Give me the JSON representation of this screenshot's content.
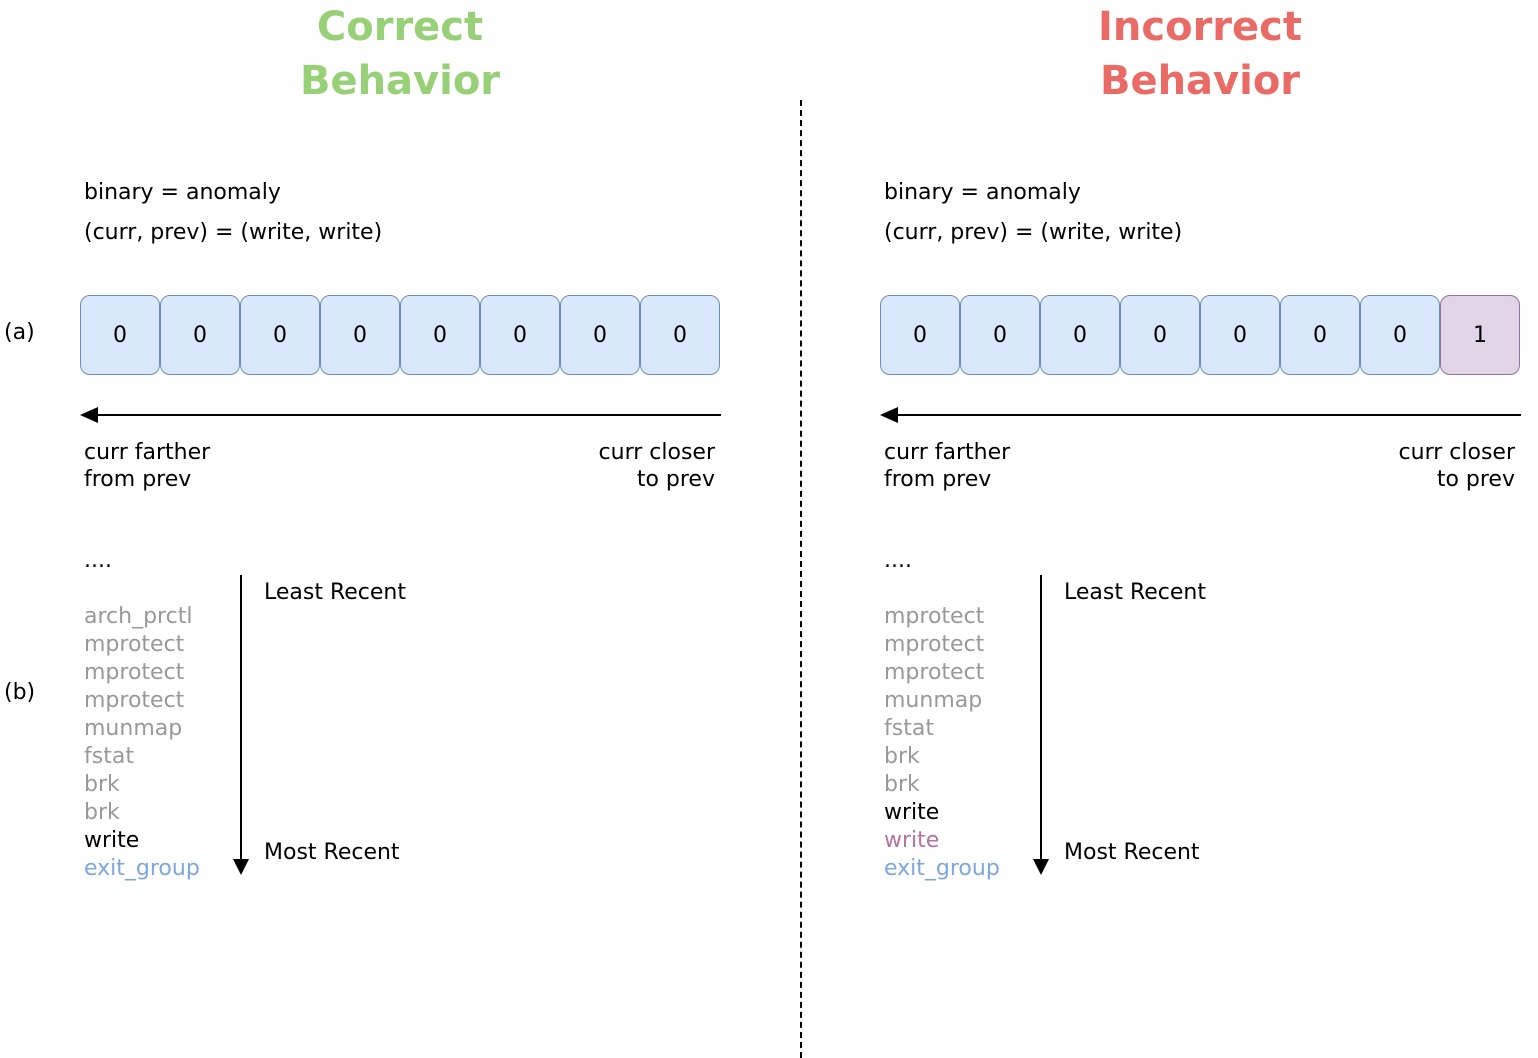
{
  "labels": {
    "a": "(a)",
    "b": "(b)"
  },
  "colors": {
    "correct": "#97d077",
    "incorrect": "#ea6b66",
    "cell_fill": "#dae8fc",
    "cell_border": "#6c8ebf",
    "anomaly_fill": "#e1d5e7",
    "anomaly_border": "#9673a6",
    "old_syscall": "#999999",
    "prev_syscall": "#b5739d",
    "last_syscall": "#7ea6e0"
  },
  "left": {
    "title_line1": "Correct",
    "title_line2": "Behavior",
    "binary": "binary = anomaly",
    "pair": "(curr, prev) = (write, write)",
    "cells": [
      "0",
      "0",
      "0",
      "0",
      "0",
      "0",
      "0",
      "0"
    ],
    "far_line1": "curr farther",
    "far_line2": "from prev",
    "close_line1": "curr closer",
    "close_line2": "to prev",
    "ellipsis": "....",
    "least_recent": "Least Recent",
    "most_recent": "Most Recent",
    "syscalls": [
      {
        "name": "arch_prctl",
        "kind": "old"
      },
      {
        "name": "mprotect",
        "kind": "old"
      },
      {
        "name": "mprotect",
        "kind": "old"
      },
      {
        "name": "mprotect",
        "kind": "old"
      },
      {
        "name": "munmap",
        "kind": "old"
      },
      {
        "name": "fstat",
        "kind": "old"
      },
      {
        "name": "brk",
        "kind": "old"
      },
      {
        "name": "brk",
        "kind": "old"
      },
      {
        "name": "write",
        "kind": "cur"
      },
      {
        "name": "exit_group",
        "kind": "last"
      }
    ]
  },
  "right": {
    "title_line1": "Incorrect",
    "title_line2": "Behavior",
    "binary": "binary = anomaly",
    "pair": "(curr, prev) = (write, write)",
    "cells": [
      "0",
      "0",
      "0",
      "0",
      "0",
      "0",
      "0",
      "1"
    ],
    "far_line1": "curr farther",
    "far_line2": "from prev",
    "close_line1": "curr closer",
    "close_line2": "to prev",
    "ellipsis": "....",
    "least_recent": "Least Recent",
    "most_recent": "Most Recent",
    "syscalls": [
      {
        "name": "mprotect",
        "kind": "old"
      },
      {
        "name": "mprotect",
        "kind": "old"
      },
      {
        "name": "mprotect",
        "kind": "old"
      },
      {
        "name": "munmap",
        "kind": "old"
      },
      {
        "name": "fstat",
        "kind": "old"
      },
      {
        "name": "brk",
        "kind": "old"
      },
      {
        "name": "brk",
        "kind": "old"
      },
      {
        "name": "write",
        "kind": "cur"
      },
      {
        "name": "write",
        "kind": "prev"
      },
      {
        "name": "exit_group",
        "kind": "last"
      }
    ]
  }
}
